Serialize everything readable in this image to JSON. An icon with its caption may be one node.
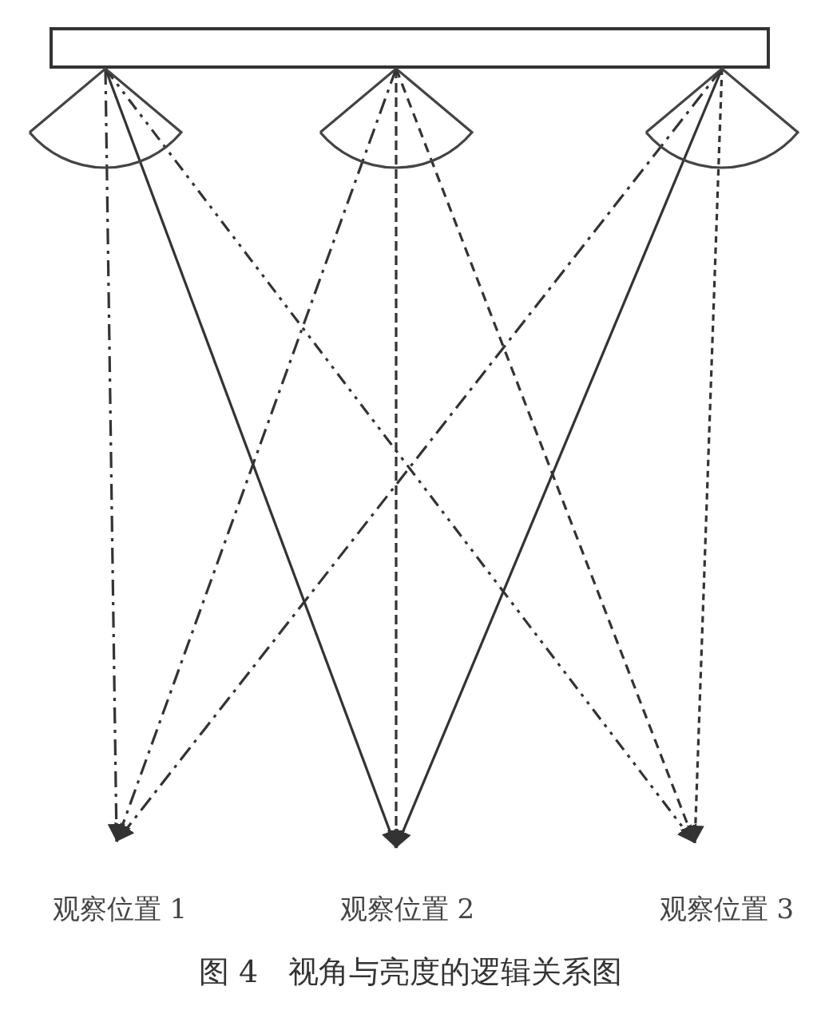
{
  "diagram": {
    "caption": "图 4　视角与亮度的逻辑关系图",
    "nodes": [
      {
        "text": [],
        "shape": "box"
      },
      {
        "text": [],
        "shape": "fan"
      },
      {
        "text": [],
        "shape": "fan"
      },
      {
        "text": [],
        "shape": "fan"
      },
      {
        "text": [
          "观察位置 1"
        ]
      },
      {
        "text": [
          "观察位置 2"
        ]
      },
      {
        "text": [
          "观察位置 3"
        ]
      }
    ],
    "edges": [
      {
        "from": 1,
        "to": 4,
        "arrow": "to",
        "style": "dashed"
      },
      {
        "from": 1,
        "to": 5,
        "arrow": "to"
      },
      {
        "from": 1,
        "to": 6,
        "arrow": "to",
        "style": "dashed"
      },
      {
        "from": 2,
        "to": 4,
        "arrow": "to",
        "style": "dashed"
      },
      {
        "from": 2,
        "to": 5,
        "arrow": "to",
        "style": "dashed"
      },
      {
        "from": 2,
        "to": 6,
        "arrow": "to",
        "style": "dashed"
      },
      {
        "from": 3,
        "to": 4,
        "arrow": "to",
        "style": "dashed"
      },
      {
        "from": 3,
        "to": 5,
        "arrow": "to"
      },
      {
        "from": 3,
        "to": 6,
        "arrow": "to",
        "style": "dashed"
      }
    ]
  }
}
